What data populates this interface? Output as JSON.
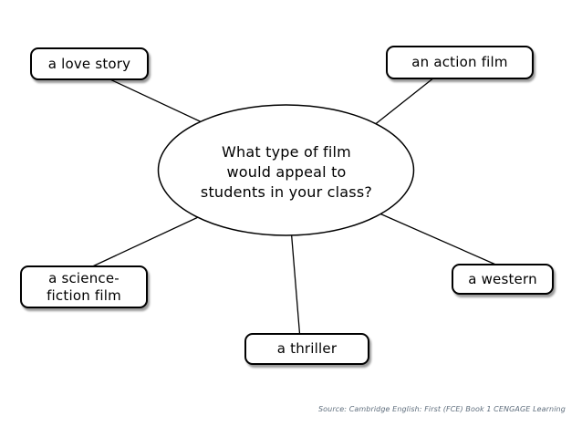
{
  "slide": {
    "background": "#ffffff",
    "center_node": {
      "label": "What type of film would appeal to students in your class?",
      "lines": [
        "What type of film",
        "would appeal to",
        "students in your class?"
      ]
    },
    "nodes": [
      {
        "id": "love-story",
        "label": "a love story",
        "display": "a love story"
      },
      {
        "id": "action-film",
        "label": "an action film",
        "display": "an action film"
      },
      {
        "id": "science-fiction-film",
        "label": "a science-fiction film",
        "display": "a science-\nfiction film"
      },
      {
        "id": "western",
        "label": "a western",
        "display": "a western"
      },
      {
        "id": "thriller",
        "label": "a thriller",
        "display": "a thriller"
      }
    ],
    "source_note": "Source: Cambridge English: First (FCE) Book 1 CENGAGE Learning",
    "colors": {
      "node_fill": "#ffffff",
      "node_border": "#000000",
      "text": "#000000",
      "connector": "#000000",
      "source_text": "#5f6e7d"
    }
  }
}
